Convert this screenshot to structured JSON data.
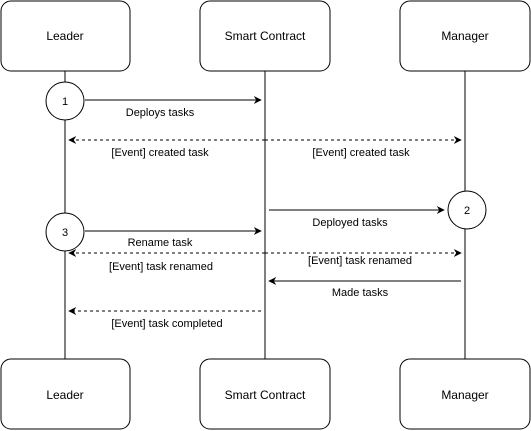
{
  "participants": {
    "leader": "Leader",
    "contract": "Smart Contract",
    "manager": "Manager"
  },
  "steps": {
    "one": "1",
    "two": "2",
    "three": "3"
  },
  "messages": {
    "deploys_tasks": "Deploys tasks",
    "created_task_to_leader": "[Event] created task",
    "created_task_to_manager": "[Event] created task",
    "deployed_tasks": "Deployed tasks",
    "rename_task": "Rename task",
    "renamed_to_leader": "[Event] task renamed",
    "renamed_to_manager": "[Event] task renamed",
    "made_tasks": "Made tasks",
    "completed_to_leader": "[Event] task completed"
  },
  "colors": {
    "stroke": "#000000",
    "fill": "#ffffff"
  }
}
